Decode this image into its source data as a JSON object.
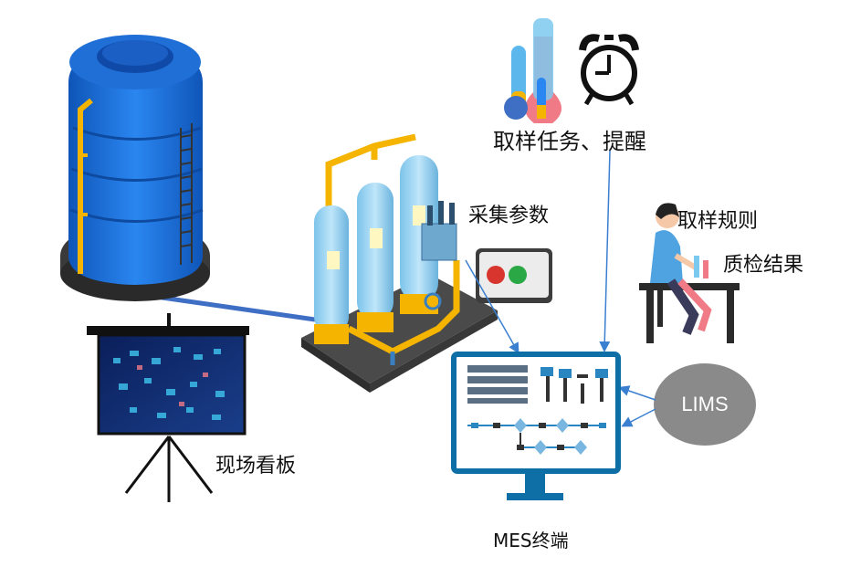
{
  "labels": {
    "sampling_task": "取样任务、提醒",
    "collect_params": "采集参数",
    "sampling_rules": "取样规则",
    "qc_result": "质检结果",
    "onsite_board": "现场看板",
    "mes_terminal": "MES终端",
    "lims": "LIMS"
  },
  "colors": {
    "tank_blue": "#1e73d8",
    "pipe_yellow": "#f5b400",
    "monitor_frame": "#0d6fa6",
    "lims_gray": "#8a8a8a",
    "arrow_blue": "#3b7fd1",
    "connector": "#3f6fc4"
  }
}
